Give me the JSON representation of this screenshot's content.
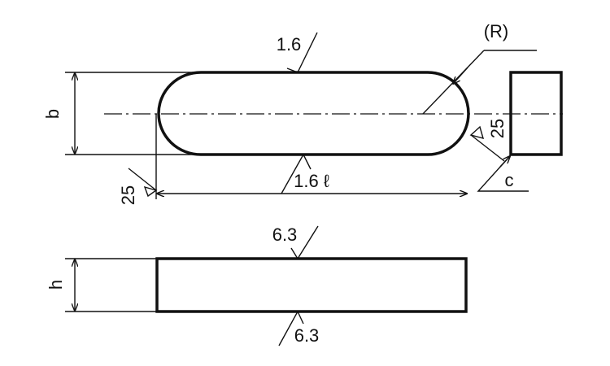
{
  "top_view": {
    "width_label": "b",
    "length_label": "1.6 ℓ",
    "radius_label": "(R)",
    "top_roughness": "1.6",
    "left_roughness": "25",
    "right_roughness": "25",
    "chamfer_label": "c"
  },
  "side_view": {
    "height_label": "h",
    "top_roughness": "6.3",
    "bottom_roughness": "6.3"
  }
}
